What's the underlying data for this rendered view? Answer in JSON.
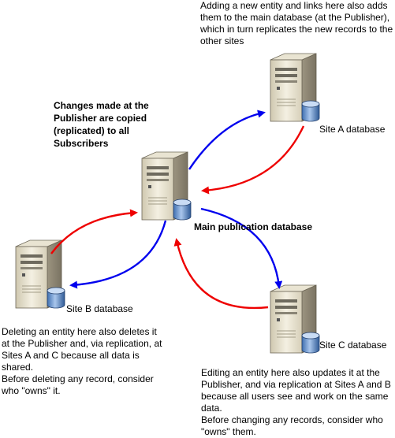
{
  "notes": {
    "top_right": "Adding a new entity and links here also adds\nthem to the main database (at the Publisher),\nwhich in turn replicates the new records to the\nother sites",
    "publisher_copy": "Changes made at the\nPublisher are copied\n(replicated) to all\nSubscribers",
    "site_b": "Deleting an entity here also deletes it\nat the Publisher and, via replication, at\nSites A and C because all data is\nshared.\nBefore deleting any record, consider\nwho \"owns\" it.",
    "site_c": "Editing an entity here also updates it at the\nPublisher, and via replication at Sites A and B\nbecause all users see and work on the same\ndata.\nBefore changing any records, consider who\n\"owns\" them."
  },
  "nodes": {
    "publisher": "Main publication database",
    "site_a": "Site A database",
    "site_b": "Site B database",
    "site_c": "Site C database"
  },
  "colors": {
    "replication_out": "#0000ee",
    "replication_in": "#ee0000"
  }
}
